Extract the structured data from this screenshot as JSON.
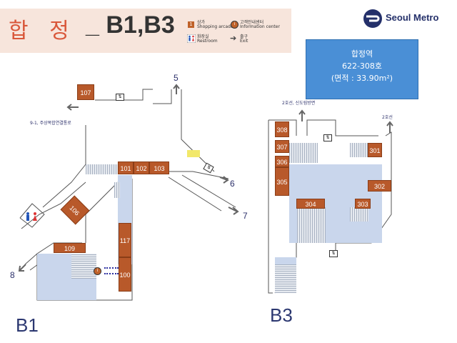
{
  "header": {
    "station_name": "합 정",
    "levels": "_ B1,B3"
  },
  "legend": [
    {
      "icon": "shop-icon",
      "symbol": "1",
      "label_ko": "상가",
      "label_en": "Shopping arcade"
    },
    {
      "icon": "information-center-icon",
      "symbol": "i",
      "label_ko": "고객안내센터",
      "label_en": "Information center"
    },
    {
      "icon": "restroom-icon",
      "symbol": "",
      "label_ko": "화장실",
      "label_en": "Restroom"
    },
    {
      "icon": "exit-arrow-icon",
      "symbol": "➔",
      "label_ko": "출구",
      "label_en": "Exit"
    }
  ],
  "logo": {
    "text": "Seoul Metro"
  },
  "info_box": {
    "station": "합정역",
    "unit": "622-308호",
    "area": "(면적 : 33.90m²)"
  },
  "b1": {
    "floor_label": "B1",
    "exits": [
      "5",
      "6",
      "7",
      "8"
    ],
    "connection_label": "9-1, 주상복합연결통로",
    "shops": [
      "107",
      "101",
      "102",
      "103",
      "106",
      "109",
      "117",
      "100"
    ]
  },
  "b3": {
    "floor_label": "B3",
    "line_labels": [
      "2호선, 신도림방면",
      "2호선"
    ],
    "shops": [
      "308",
      "307",
      "306",
      "305",
      "304",
      "303",
      "302",
      "301"
    ]
  },
  "colors": {
    "shop": "#b8592a",
    "concourse": "#c9d6ec",
    "info_box": "#4a8fd6",
    "header": "#f7e5dc",
    "title": "#d9573a"
  }
}
